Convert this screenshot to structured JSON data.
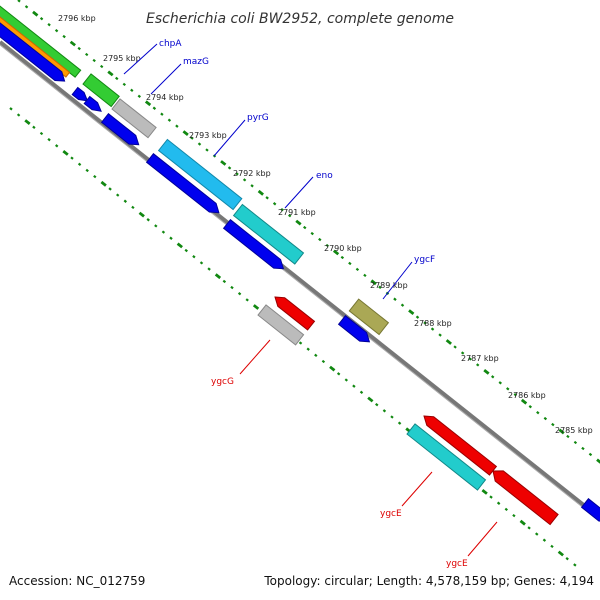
{
  "title": "Escherichia coli BW2952, complete genome",
  "footer": {
    "accession": "Accession: NC_012759",
    "summary": "Topology: circular; Length: 4,578,159 bp; Genes: 4,194"
  },
  "ticks": [
    "2796 kbp",
    "2795 kbp",
    "2794 kbp",
    "2793 kbp",
    "2792 kbp",
    "2791 kbp",
    "2790 kbp",
    "2789 kbp",
    "2788 kbp",
    "2787 kbp",
    "2786 kbp",
    "2785 kbp"
  ],
  "genes": [
    {
      "label": "chpA",
      "color": "#0000cc"
    },
    {
      "label": "mazG",
      "color": "#0000cc"
    },
    {
      "label": "pyrG",
      "color": "#0000cc"
    },
    {
      "label": "eno",
      "color": "#0000cc"
    },
    {
      "label": "ygcF",
      "color": "#0000cc"
    },
    {
      "label": "ygcG",
      "color": "#dd0000"
    },
    {
      "label": "ygcE",
      "color": "#dd0000"
    },
    {
      "label": "ygcE",
      "color": "#dd0000"
    }
  ],
  "colors": {
    "backbone": "#777777",
    "gc_track": "#118811",
    "cds_forward": "#0000ee",
    "cds_reverse": "#ee0000",
    "feature_orange": "#ff9900",
    "feature_green": "#33cc33",
    "feature_gray": "#bbbbbb",
    "feature_cyan": "#22bbee",
    "feature_teal": "#22cccc",
    "feature_olive": "#aaa855"
  }
}
